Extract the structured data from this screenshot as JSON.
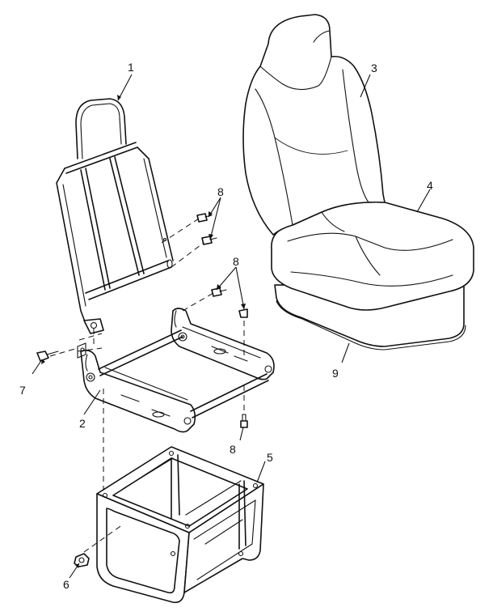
{
  "callouts": [
    {
      "id": "c1",
      "label": "1"
    },
    {
      "id": "c2",
      "label": "2"
    },
    {
      "id": "c3",
      "label": "3"
    },
    {
      "id": "c4",
      "label": "4"
    },
    {
      "id": "c5",
      "label": "5"
    },
    {
      "id": "c6",
      "label": "6"
    },
    {
      "id": "c7",
      "label": "7"
    },
    {
      "id": "c8a",
      "label": "8"
    },
    {
      "id": "c8b",
      "label": "8"
    },
    {
      "id": "c8c",
      "label": "8"
    },
    {
      "id": "c9",
      "label": "9"
    }
  ],
  "colors": {
    "line": "#111111",
    "background": "#ffffff"
  }
}
